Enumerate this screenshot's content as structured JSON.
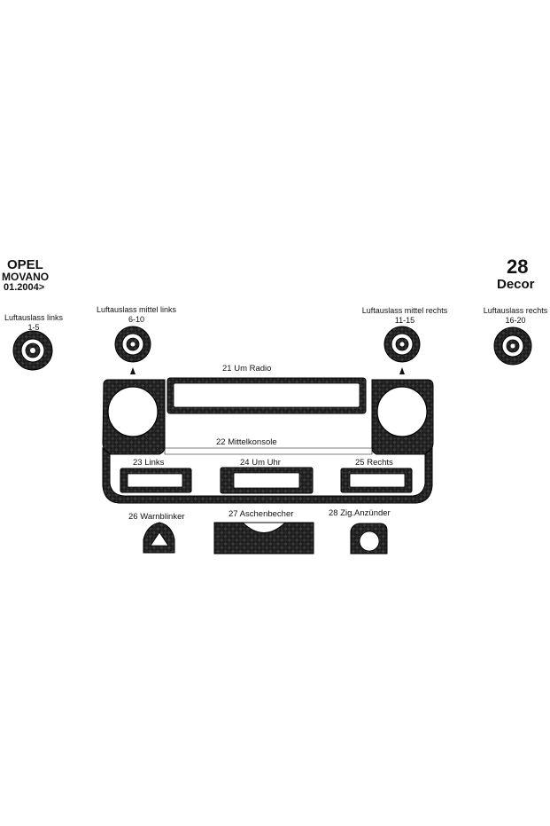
{
  "header": {
    "brand": "OPEL",
    "model": "MOVANO",
    "date": "01.2004>",
    "count": "28",
    "decor": "Decor"
  },
  "vents": [
    {
      "name": "Luftauslass links",
      "range": "1-5"
    },
    {
      "name": "Luftauslass mittel links",
      "range": "6-10"
    },
    {
      "name": "Luftauslass mittel rechts",
      "range": "11-15"
    },
    {
      "name": "Luftauslass rechts",
      "range": "16-20"
    }
  ],
  "parts": {
    "p21": "21  Um Radio",
    "p22": "22 Mittelkonsole",
    "p23": "23 Links",
    "p24": "24 Um Uhr",
    "p25": "25 Rechts",
    "p26": "26 Warnblinker",
    "p27": "27  Aschenbecher",
    "p28": "28 Zig.Anzünder"
  },
  "colors": {
    "carbon_dark": "#1b1b1b",
    "carbon_light": "#3a3a3a",
    "outline": "#000000",
    "background": "#ffffff"
  }
}
